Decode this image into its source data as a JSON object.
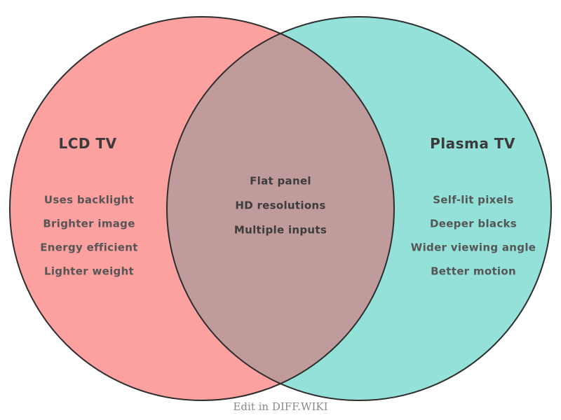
{
  "diagram": {
    "title_left": "LCD TV",
    "title_right": "Plasma TV",
    "left": {
      "title": "LCD TV",
      "fill_color": "#FCA0A0",
      "items": [
        "Uses backlight",
        "Brighter image",
        "Energy efficient",
        "Lighter weight"
      ]
    },
    "right": {
      "title": "Plasma TV",
      "fill_color": "#93E1D8",
      "items": [
        "Self-lit pixels",
        "Deeper blacks",
        "Wider viewing angle",
        "Better motion"
      ]
    },
    "overlap": {
      "fill_color": "#C09B9C",
      "items": [
        "Flat panel",
        "HD resolutions",
        "Multiple inputs"
      ]
    },
    "outline_color": "#2e2e2e",
    "text_color_titles": "#3a3a3a",
    "text_color_items": "#565656"
  },
  "footer": {
    "label": "Edit in DIFF.WIKI"
  }
}
